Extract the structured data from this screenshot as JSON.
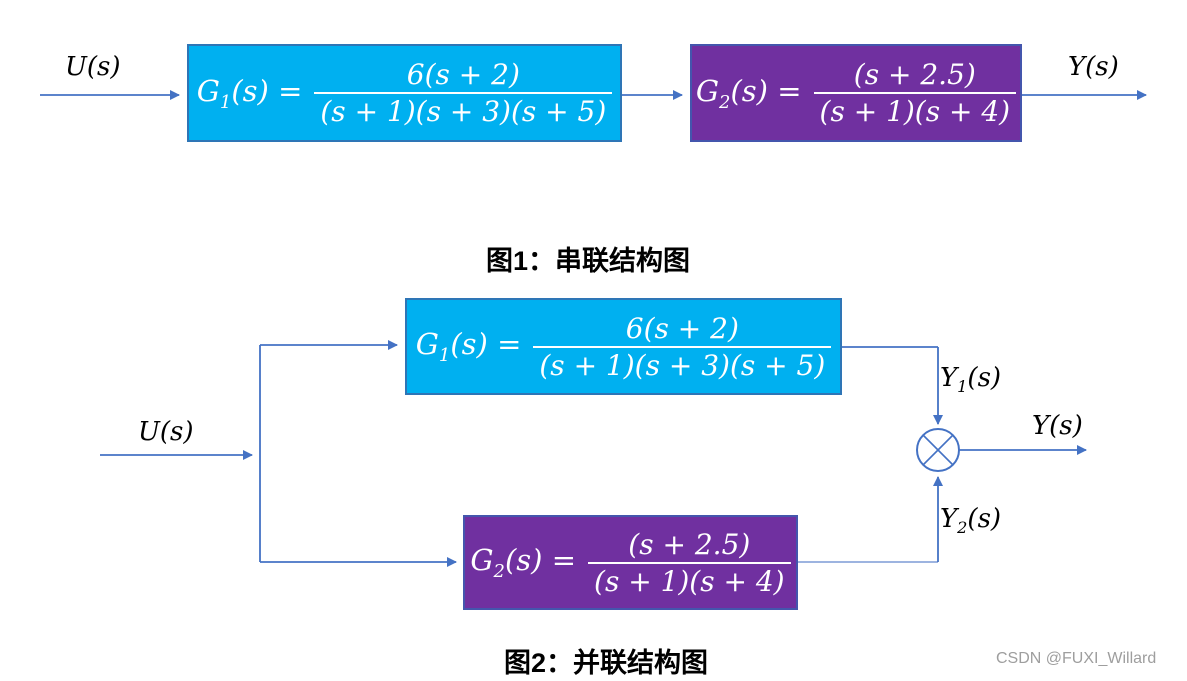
{
  "watermark": "CSDN @FUXI_Willard",
  "colors": {
    "cyan_block": "#00b0f0",
    "purple_block": "#7030a0",
    "connector_blue": "#4472c4",
    "connector_light": "#8faadc",
    "watermark_gray": "#9e9e9e"
  },
  "formulas": {
    "g1": {
      "symbol": "G",
      "sub": "1",
      "args": "(s) =",
      "numerator": "6(s + 2)",
      "denominator": "(s + 1)(s + 3)(s + 5)"
    },
    "g2": {
      "symbol": "G",
      "sub": "2",
      "args": "(s) =",
      "numerator": "(s + 2.5)",
      "denominator": "(s + 1)(s + 4)"
    }
  },
  "figure1": {
    "caption": "图1：串联结构图",
    "input_label": "U(s)",
    "output_label": "Y(s)"
  },
  "figure2": {
    "caption": "图2：并联结构图",
    "input_label": "U(s)",
    "output_label": "Y(s)",
    "branch1": {
      "symbol": "Y",
      "sub": "1",
      "args": "(s)"
    },
    "branch2": {
      "symbol": "Y",
      "sub": "2",
      "args": "(s)"
    }
  }
}
